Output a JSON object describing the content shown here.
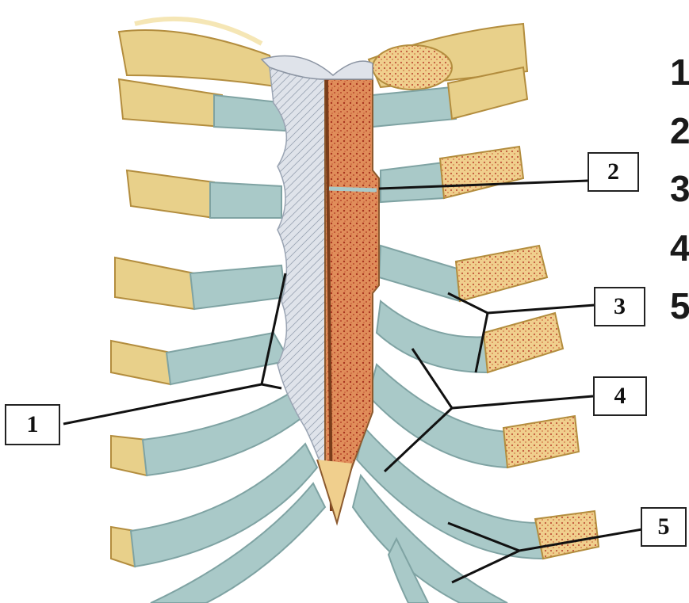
{
  "labels": {
    "l1": "1",
    "l2": "2",
    "l3": "3",
    "l4": "4",
    "l5": "5"
  },
  "side_numbers": [
    "1",
    "2",
    "3",
    "4",
    "5"
  ],
  "colors": {
    "bone": "#e8d08a",
    "bone_dark": "#c9a24c",
    "cartilage": "#a9c9c8",
    "cartilage_edge": "#7fa3a3",
    "marrow": "#d97a4a",
    "marrow_dot": "#a8351f",
    "ligament": "#d9dde4",
    "line": "#111111"
  }
}
